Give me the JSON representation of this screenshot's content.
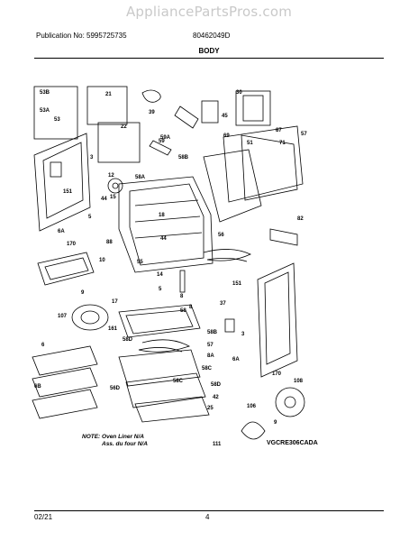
{
  "watermark": "AppliancePartsPros.com",
  "publication": "Publication No: 5995725735",
  "part_number": "80462049D",
  "title": "BODY",
  "note_line1": "NOTE: Oven Liner N/A",
  "note_line2": "Ass. du four N/A",
  "diagram_code": "VGCRE306CADA",
  "footer_date": "02/21",
  "footer_page": "4",
  "callouts": [
    "53B",
    "21",
    "39",
    "30",
    "53",
    "53A",
    "59A",
    "45",
    "57",
    "87",
    "22",
    "69",
    "71",
    "59",
    "51",
    "3",
    "58A",
    "58B",
    "12",
    "15",
    "151",
    "44",
    "18",
    "82",
    "56",
    "5",
    "6A",
    "170",
    "88",
    "44",
    "55",
    "10",
    "14",
    "5",
    "8",
    "151",
    "37",
    "9",
    "17",
    "58",
    "8",
    "107",
    "161",
    "58D",
    "3",
    "6",
    "58B",
    "57",
    "6A",
    "8A",
    "6B",
    "58C",
    "58C",
    "170",
    "56D",
    "108",
    "42",
    "58D",
    "25",
    "106",
    "9",
    "111"
  ]
}
